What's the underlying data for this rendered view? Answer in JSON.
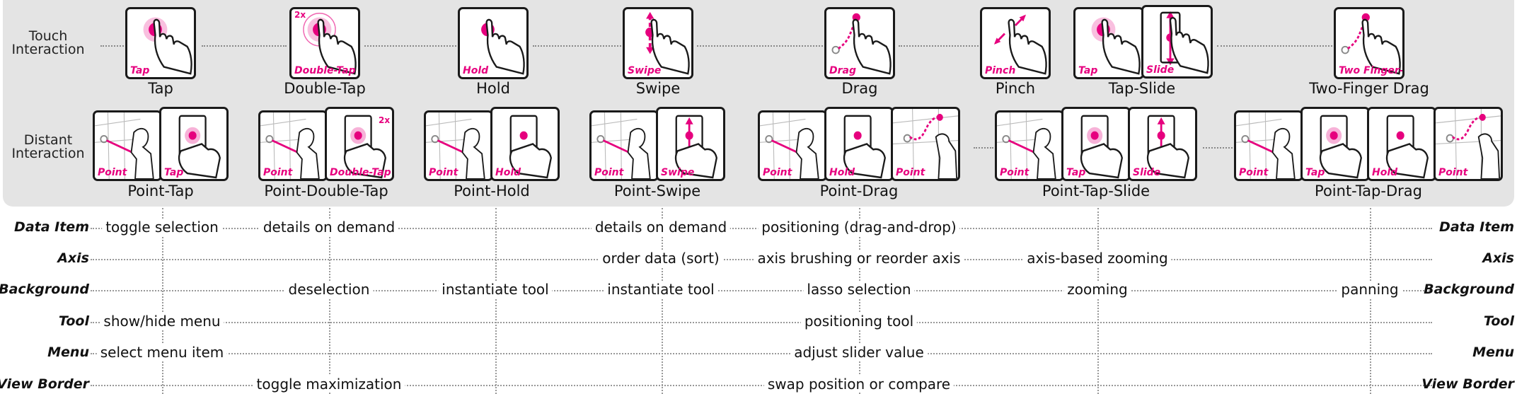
{
  "rows": {
    "touch": "Touch\nInteraction",
    "touch_lines": [
      "Touch",
      "Interaction"
    ],
    "distant_lines": [
      "Distant",
      "Interaction"
    ]
  },
  "touch_gestures": [
    {
      "label": "Tap",
      "tags": [
        "Tap"
      ],
      "icon": "tap-icon"
    },
    {
      "label": "Double-Tap",
      "tags": [
        "Double-Tap"
      ],
      "icon": "double-tap-icon",
      "badge": "2x"
    },
    {
      "label": "Hold",
      "tags": [
        "Hold"
      ],
      "icon": "hold-icon"
    },
    {
      "label": "Swipe",
      "tags": [
        "Swipe"
      ],
      "icon": "swipe-icon"
    },
    {
      "label": "Drag",
      "tags": [
        "Drag"
      ],
      "icon": "drag-icon"
    },
    {
      "label": "Pinch",
      "tags": [
        "Pinch"
      ],
      "icon": "pinch-icon"
    },
    {
      "label": "Tap-Slide",
      "tags": [
        "Tap",
        "Slide"
      ],
      "icon": "tap-slide-icon"
    },
    {
      "label": "Two-Finger Drag",
      "tags": [
        "Two Finger-Drag"
      ],
      "icon": "two-finger-drag-icon"
    }
  ],
  "distant_gestures": [
    {
      "label": "Point-Tap",
      "tags": [
        "Point",
        "Tap"
      ]
    },
    {
      "label": "Point-Double-Tap",
      "tags": [
        "Point",
        "Double-Tap"
      ],
      "badge": "2x"
    },
    {
      "label": "Point-Hold",
      "tags": [
        "Point",
        "Hold"
      ]
    },
    {
      "label": "Point-Swipe",
      "tags": [
        "Point",
        "Swipe"
      ]
    },
    {
      "label": "Point-Drag",
      "tags": [
        "Point",
        "Hold",
        "Point"
      ]
    },
    {
      "label": "Point-Tap-Slide",
      "tags": [
        "Point",
        "Tap",
        "Slide"
      ]
    },
    {
      "label": "Point-Tap-Drag",
      "tags": [
        "Point",
        "Tap",
        "Hold",
        "Point"
      ]
    }
  ],
  "targets": [
    "Data Item",
    "Axis",
    "Background",
    "Tool",
    "Menu",
    "View Border"
  ],
  "cells": [
    {
      "row": 0,
      "text": "toggle selection"
    },
    {
      "row": 0,
      "text": "details on demand"
    },
    {
      "row": 0,
      "text": "details on demand"
    },
    {
      "row": 0,
      "text": "positioning (drag-and-drop)"
    },
    {
      "row": 1,
      "text": "order data (sort)"
    },
    {
      "row": 1,
      "text": "axis brushing or reorder axis"
    },
    {
      "row": 1,
      "text": "axis-based zooming"
    },
    {
      "row": 2,
      "text": "deselection"
    },
    {
      "row": 2,
      "text": "instantiate tool"
    },
    {
      "row": 2,
      "text": "instantiate tool"
    },
    {
      "row": 2,
      "text": "lasso selection"
    },
    {
      "row": 2,
      "text": "zooming"
    },
    {
      "row": 2,
      "text": "panning"
    },
    {
      "row": 3,
      "text": "show/hide menu"
    },
    {
      "row": 3,
      "text": "positioning tool"
    },
    {
      "row": 4,
      "text": "select menu item"
    },
    {
      "row": 4,
      "text": "adjust slider value"
    },
    {
      "row": 5,
      "text": "toggle maximization"
    },
    {
      "row": 5,
      "text": "swap position or compare"
    }
  ],
  "colors": {
    "accent": "#e6007e",
    "panel": "#e4e4e4",
    "outline": "#1a1a1a"
  }
}
